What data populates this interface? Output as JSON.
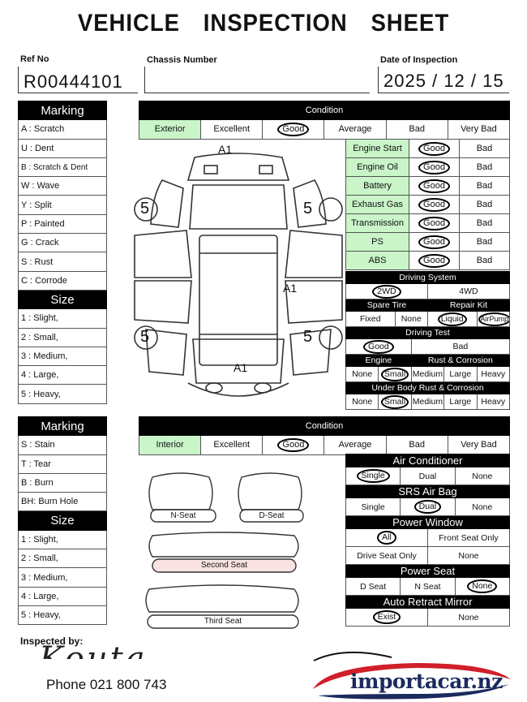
{
  "title": "VEHICLE INSPECTION SHEET",
  "ref_no": {
    "label": "Ref No",
    "value": "R00444101"
  },
  "chassis": {
    "label": "Chassis Number",
    "value": ""
  },
  "date": {
    "label": "Date of Inspection",
    "value": "2025 / 12 / 15"
  },
  "marking_ext": {
    "header": "Marking",
    "items": [
      "A  : Scratch",
      "U  : Dent",
      "B  : Scratch & Dent",
      "W  : Wave",
      "Y  : Split",
      "P  : Painted",
      "G  : Crack",
      "S  : Rust",
      "C  : Corrode"
    ]
  },
  "size_ext": {
    "header": "Size",
    "items": [
      "1  : Slight,",
      "2  : Small,",
      "3  : Medium,",
      "4  : Large,",
      "5  : Heavy,"
    ]
  },
  "condition_ext": {
    "header": "Condition",
    "row_label": "Exterior",
    "options": [
      "Excellent",
      "Good",
      "Average",
      "Bad",
      "Very Bad"
    ],
    "selected": "Good",
    "items": [
      {
        "label": "Engine Start",
        "good": "Good",
        "bad": "Bad"
      },
      {
        "label": "Engine Oil",
        "good": "Good",
        "bad": "Bad"
      },
      {
        "label": "Battery",
        "good": "Good",
        "bad": "Bad"
      },
      {
        "label": "Exhaust Gas",
        "good": "Good",
        "bad": "Bad"
      },
      {
        "label": "Transmission",
        "good": "Good",
        "bad": "Bad"
      },
      {
        "label": "PS",
        "good": "Good",
        "bad": "Bad"
      },
      {
        "label": "ABS",
        "good": "Good",
        "bad": "Bad"
      }
    ],
    "driving_system": {
      "header": "Driving System",
      "options": [
        "2WD",
        "4WD"
      ],
      "selected": "2WD"
    },
    "spare_tire": {
      "header": "Spare Tire",
      "options": [
        "Fixed",
        "None"
      ]
    },
    "repair_kit": {
      "header": "Repair Kit",
      "options": [
        "Liquid",
        "AirPump"
      ]
    },
    "driving_test": {
      "header": "Driving Test",
      "options": [
        "Good",
        "Bad"
      ],
      "selected": "Good"
    },
    "engine_rust": {
      "header_left": "Engine",
      "header_right": "Rust & Corrosion",
      "options": [
        "None",
        "Small",
        "Medium",
        "Large",
        "Heavy"
      ],
      "selected": "Small"
    },
    "underbody_rust": {
      "header": "Under Body Rust & Corrosion",
      "options": [
        "None",
        "Small",
        "Medium",
        "Large",
        "Heavy"
      ],
      "selected": "Small"
    }
  },
  "diagram_marks": {
    "front": "A1",
    "right": "A1",
    "rear": "A1",
    "wheel": "5"
  },
  "marking_int": {
    "header": "Marking",
    "items": [
      "S  : Stain",
      "T  : Tear",
      "B  : Burn",
      "BH: Burn Hole"
    ]
  },
  "size_int": {
    "header": "Size",
    "items": [
      "1  : Slight,",
      "2  : Small,",
      "3  : Medium,",
      "4  : Large,",
      "5  : Heavy,"
    ]
  },
  "condition_int": {
    "header": "Condition",
    "row_label": "Interior",
    "options": [
      "Excellent",
      "Good",
      "Average",
      "Bad",
      "Very Bad"
    ],
    "selected": "Good",
    "air_conditioner": {
      "header": "Air Conditioner",
      "options": [
        "Single",
        "Dual",
        "None"
      ],
      "selected": "Single"
    },
    "srs_air_bag": {
      "header": "SRS Air Bag",
      "options": [
        "Single",
        "Dual",
        "None"
      ],
      "selected": "Dual"
    },
    "power_window": {
      "header": "Power Window",
      "options": [
        "All",
        "Front Seat Only",
        "Drive Seat Only",
        "None"
      ],
      "selected": "All"
    },
    "power_seat": {
      "header": "Power Seat",
      "options": [
        "D Seat",
        "N Seat",
        "None"
      ],
      "selected": "None"
    },
    "auto_retract_mirror": {
      "header": "Auto Retract Mirror",
      "options": [
        "Exist",
        "None"
      ],
      "selected": "Exist"
    }
  },
  "seats": {
    "n_seat": "N-Seat",
    "d_seat": "D-Seat",
    "second": "Second  Seat",
    "third": "Third   Seat"
  },
  "inspected_by": {
    "label": "Inspected by:",
    "signature": "Kouta Yamaku"
  },
  "phone": "Phone  021 800 743",
  "logo": {
    "text": "importacar.nz"
  },
  "colors": {
    "green": "#c9f5c9",
    "pink_seat": "#fbe3e3",
    "logo_red": "#d01f2a",
    "logo_navy": "#1b2a5e"
  }
}
